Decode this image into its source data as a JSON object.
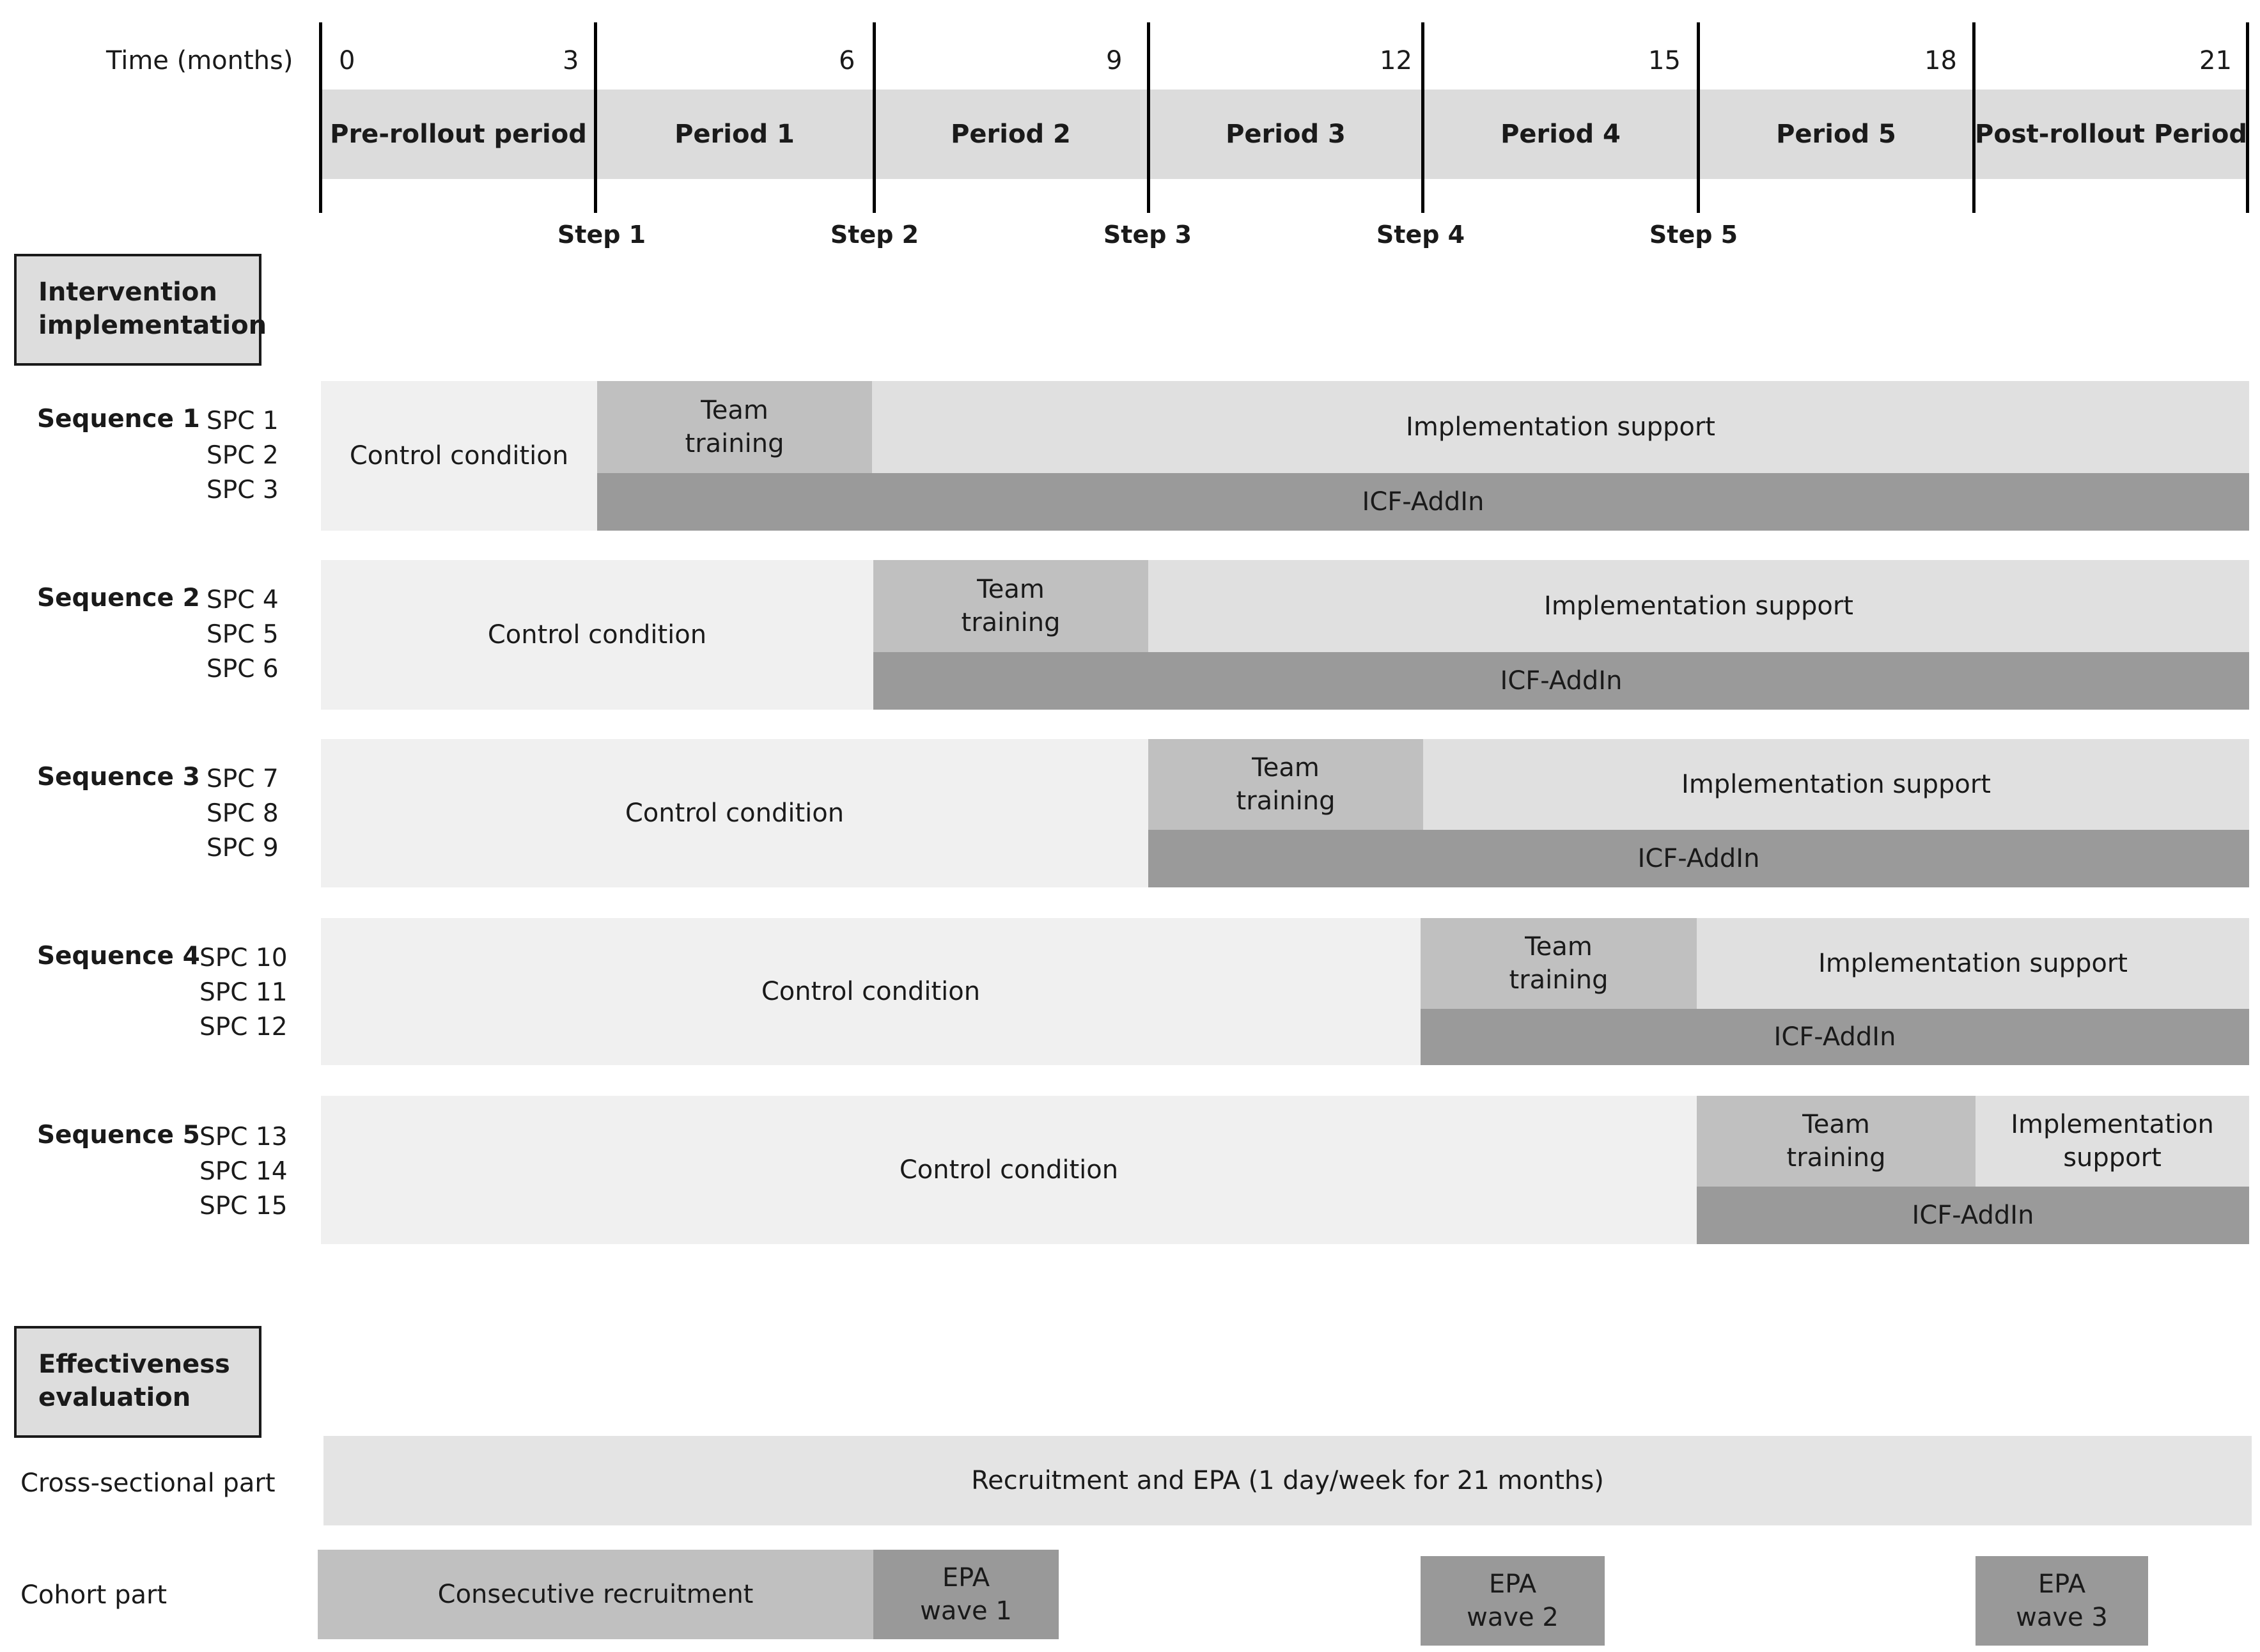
{
  "timeline": {
    "label": "Time (months)",
    "ticks": [
      "0",
      "3",
      "6",
      "9",
      "12",
      "15",
      "18",
      "21"
    ],
    "periods": [
      "Pre-rollout period",
      "Period 1",
      "Period 2",
      "Period 3",
      "Period 4",
      "Period 5",
      "Post-rollout Period"
    ],
    "steps": [
      "Step 1",
      "Step 2",
      "Step 3",
      "Step 4",
      "Step 5"
    ]
  },
  "intervention": {
    "title_line1": "Intervention",
    "title_line2": "implementation",
    "sequences": [
      {
        "label": "Sequence 1",
        "spcs": [
          "SPC 1",
          "SPC 2",
          "SPC 3"
        ],
        "control": "Control condition",
        "team_line1": "Team",
        "team_line2": "training",
        "impl": "Implementation support",
        "icf": "ICF-AddIn"
      },
      {
        "label": "Sequence 2",
        "spcs": [
          "SPC 4",
          "SPC 5",
          "SPC 6"
        ],
        "control": "Control condition",
        "team_line1": "Team",
        "team_line2": "training",
        "impl": "Implementation support",
        "icf": "ICF-AddIn"
      },
      {
        "label": "Sequence 3",
        "spcs": [
          "SPC 7",
          "SPC 8",
          "SPC 9"
        ],
        "control": "Control condition",
        "team_line1": "Team",
        "team_line2": "training",
        "impl": "Implementation support",
        "icf": "ICF-AddIn"
      },
      {
        "label": "Sequence 4",
        "spcs": [
          "SPC 10",
          "SPC 11",
          "SPC 12"
        ],
        "control": "Control condition",
        "team_line1": "Team",
        "team_line2": "training",
        "impl": "Implementation support",
        "icf": "ICF-AddIn"
      },
      {
        "label": "Sequence 5",
        "spcs": [
          "SPC 13",
          "SPC 14",
          "SPC 15"
        ],
        "control": "Control condition",
        "team_line1": "Team",
        "team_line2": "training",
        "impl_line1": "Implementation",
        "impl_line2": "support",
        "icf": "ICF-AddIn"
      }
    ]
  },
  "evaluation": {
    "title_line1": "Effectiveness",
    "title_line2": "evaluation",
    "cross_sectional": {
      "label": "Cross-sectional part",
      "bar": "Recruitment and EPA (1 day/week for 21 months)"
    },
    "cohort": {
      "label": "Cohort part",
      "recruitment": "Consecutive recruitment",
      "waves": [
        {
          "line1": "EPA",
          "line2": "wave 1"
        },
        {
          "line1": "EPA",
          "line2": "wave 2"
        },
        {
          "line1": "EPA",
          "line2": "wave 3"
        }
      ]
    }
  },
  "colors": {
    "control": "#f0f0f0",
    "team_training": "#c0c0c0",
    "implementation_support": "#e0e0e0",
    "icf_addin": "#9a9a9a",
    "period_band": "#dcdcdc"
  }
}
